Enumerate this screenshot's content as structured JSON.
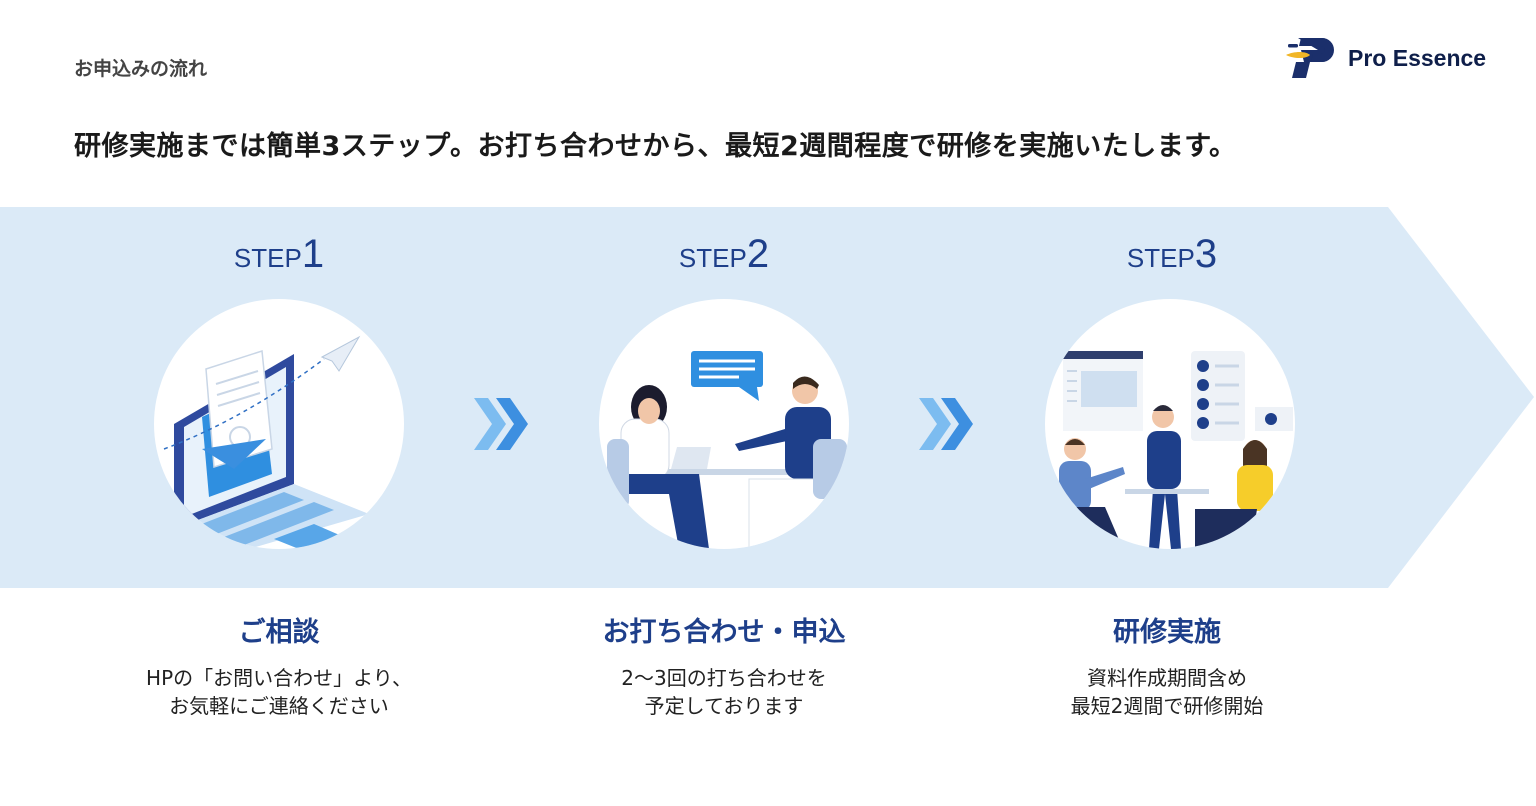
{
  "header": {
    "section_label": "お申込みの流れ",
    "brand": "Pro Essence"
  },
  "headline": "研修実施までは簡単3ステップ。お打ち合わせから、最短2週間程度で研修を実施いたします。",
  "steps": [
    {
      "step_word": "STEP",
      "number": "1",
      "title": "ご相談",
      "desc_line1": "HPの「お問い合わせ」より、",
      "desc_line2": "お気軽にご連絡ください",
      "illustration": "laptop-email-icon"
    },
    {
      "step_word": "STEP",
      "number": "2",
      "title": "お打ち合わせ・申込",
      "desc_line1": "2〜3回の打ち合わせを",
      "desc_line2": "予定しております",
      "illustration": "meeting-icon"
    },
    {
      "step_word": "STEP",
      "number": "3",
      "title": "研修実施",
      "desc_line1": "資料作成期間含め",
      "desc_line2": "最短2週間で研修開始",
      "illustration": "training-session-icon"
    }
  ],
  "colors": {
    "band": "#dbeaf7",
    "accent": "#1e3f8a",
    "chevron": "#5aa6e6",
    "brand_yellow": "#f1b627"
  }
}
